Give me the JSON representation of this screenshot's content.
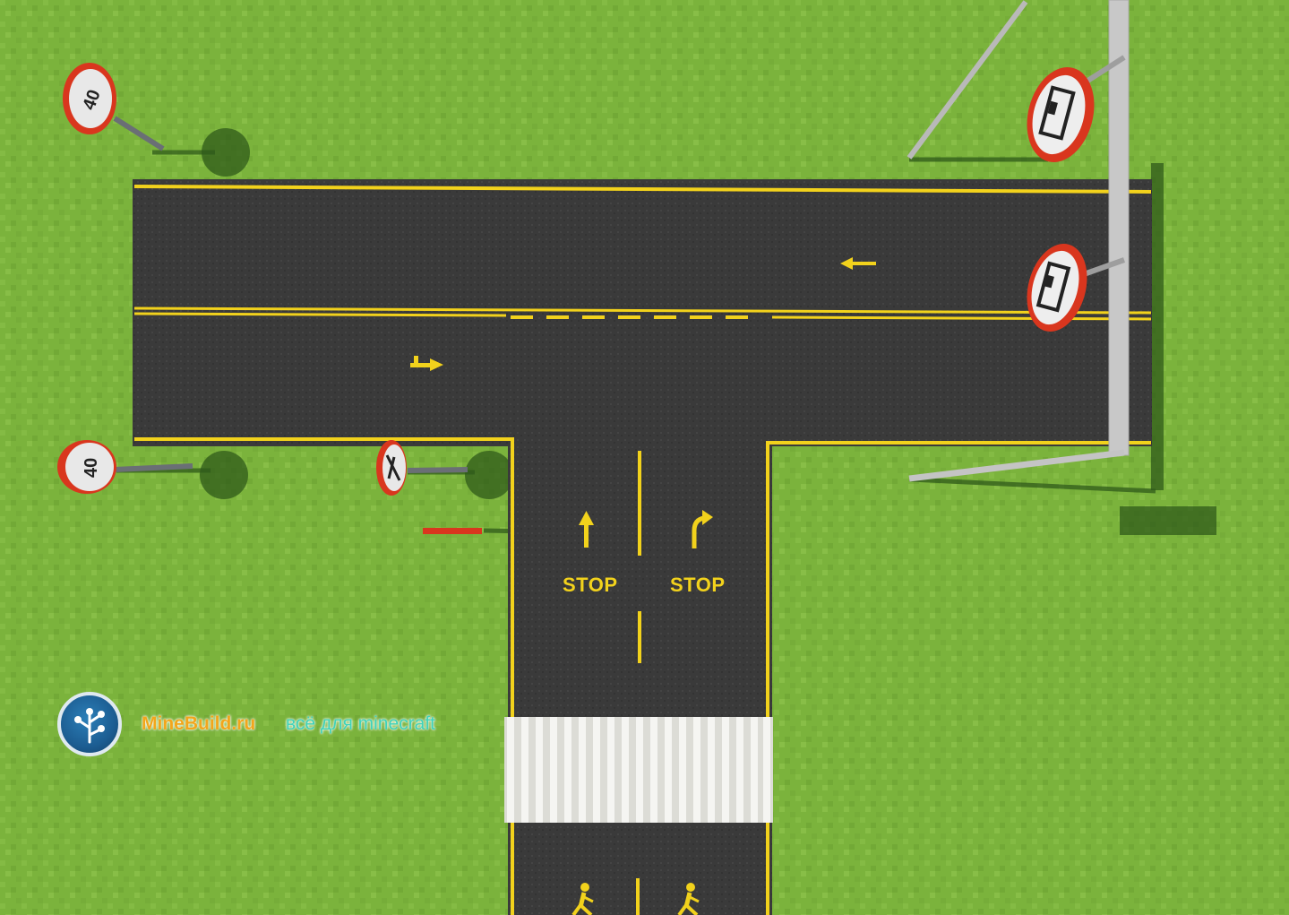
{
  "scene": {
    "colors": {
      "grass": "#7bb33c",
      "asphalt": "#3a3a3a",
      "road_line": "#f2d21c",
      "crosswalk": "#f0f0ee",
      "sign_border": "#d9361e"
    },
    "road_markings": {
      "stop_left": "STOP",
      "stop_right": "STOP"
    },
    "signs": {
      "speed_limit_top_left": "40",
      "speed_limit_bottom_left": "40"
    }
  },
  "watermark": {
    "site": "MineBuild.ru",
    "tagline": "всё для minecraft"
  }
}
